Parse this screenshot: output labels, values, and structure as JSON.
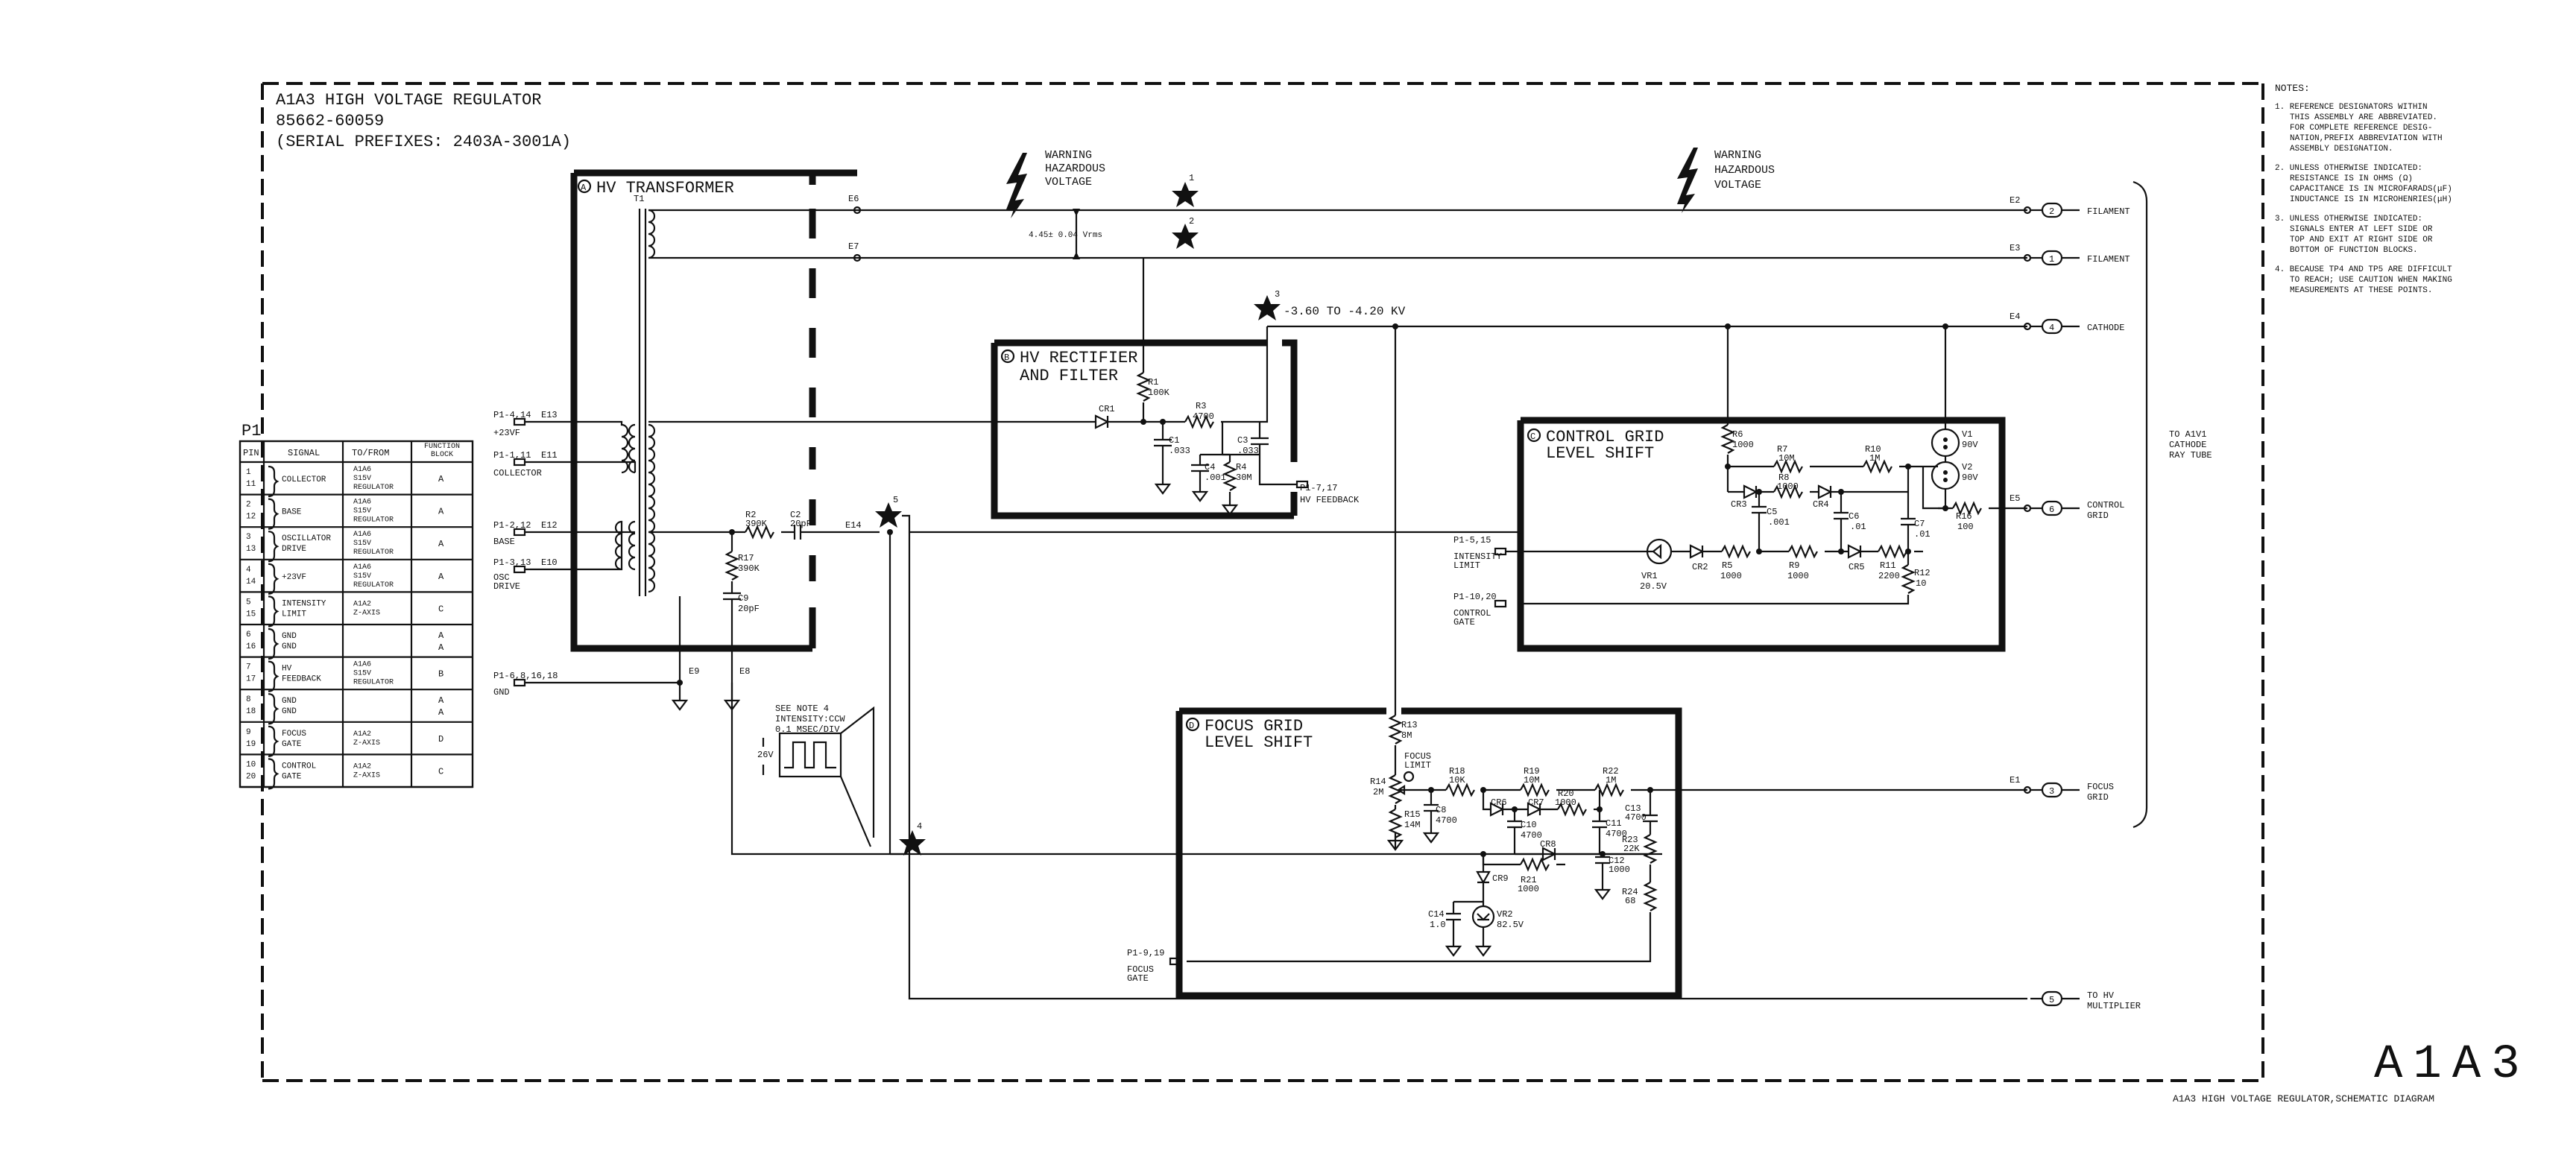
{
  "header": {
    "line1": "A1A3 HIGH VOLTAGE REGULATOR",
    "line2": "85662-60059",
    "line3": "(SERIAL PREFIXES: 2403A-3001A)"
  },
  "notes": {
    "title": "NOTES:",
    "items": [
      [
        "1. REFERENCE DESIGNATORS WITHIN",
        "THIS ASSEMBLY ARE ABBREVIATED.",
        "FOR COMPLETE REFERENCE DESIG-",
        "NATION,PREFIX ABBREVIATION WITH",
        "ASSEMBLY DESIGNATION."
      ],
      [
        "2. UNLESS OTHERWISE INDICATED:",
        "RESISTANCE IS IN OHMS (Ω)",
        "CAPACITANCE IS IN MICROFARADS(μF)",
        "INDUCTANCE IS IN MICROHENRIES(μH)"
      ],
      [
        "3. UNLESS OTHERWISE INDICATED:",
        "SIGNALS ENTER AT LEFT SIDE OR",
        "TOP AND EXIT AT RIGHT SIDE OR",
        "BOTTOM OF FUNCTION BLOCKS."
      ],
      [
        "4. BECAUSE TP4 AND TP5 ARE DIFFICULT",
        "TO REACH; USE CAUTION WHEN MAKING",
        "MEASUREMENTS AT THESE POINTS."
      ]
    ]
  },
  "big_label": "A1A3",
  "caption": "A1A3 HIGH VOLTAGE REGULATOR,SCHEMATIC DIAGRAM",
  "warning": {
    "lines": [
      "WARNING",
      "HAZARDOUS",
      "VOLTAGE"
    ]
  },
  "p1_table": {
    "title": "P1",
    "headers": [
      "PIN",
      "SIGNAL",
      "TO/FROM",
      "FUNCTION BLOCK"
    ],
    "rows": [
      {
        "pins": [
          "1",
          "11"
        ],
        "signal": [
          "COLLECTOR"
        ],
        "to": [
          "A1A6",
          "S15V",
          "REGULATOR"
        ],
        "block": [
          "A"
        ]
      },
      {
        "pins": [
          "2",
          "12"
        ],
        "signal": [
          "BASE"
        ],
        "to": [
          "A1A6",
          "S15V",
          "REGULATOR"
        ],
        "block": [
          "A"
        ]
      },
      {
        "pins": [
          "3",
          "13"
        ],
        "signal": [
          "OSCILLATOR",
          "DRIVE"
        ],
        "to": [
          "A1A6",
          "S15V",
          "REGULATOR"
        ],
        "block": [
          "A"
        ]
      },
      {
        "pins": [
          "4",
          "14"
        ],
        "signal": [
          "+23VF"
        ],
        "to": [
          "A1A6",
          "S15V",
          "REGULATOR"
        ],
        "block": [
          "A"
        ]
      },
      {
        "pins": [
          "5",
          "15"
        ],
        "signal": [
          "INTENSITY",
          "LIMIT"
        ],
        "to": [
          "A1A2",
          "Z-AXIS"
        ],
        "block": [
          "C"
        ]
      },
      {
        "pins": [
          "6",
          "16"
        ],
        "signal": [
          "GND",
          "GND"
        ],
        "to": [],
        "block": [
          "A",
          "A"
        ]
      },
      {
        "pins": [
          "7",
          "17"
        ],
        "signal": [
          "HV",
          "FEEDBACK"
        ],
        "to": [
          "A1A6",
          "S15V",
          "REGULATOR"
        ],
        "block": [
          "B"
        ]
      },
      {
        "pins": [
          "8",
          "18"
        ],
        "signal": [
          "GND",
          "GND"
        ],
        "to": [],
        "block": [
          "A",
          "A"
        ]
      },
      {
        "pins": [
          "9",
          "19"
        ],
        "signal": [
          "FOCUS",
          "GATE"
        ],
        "to": [
          "A1A2",
          "Z-AXIS"
        ],
        "block": [
          "D"
        ]
      },
      {
        "pins": [
          "10",
          "20"
        ],
        "signal": [
          "CONTROL",
          "GATE"
        ],
        "to": [
          "A1A2",
          "Z-AXIS"
        ],
        "block": [
          "C"
        ]
      }
    ]
  },
  "blocks": {
    "a": {
      "letter": "A",
      "title": "HV TRANSFORMER"
    },
    "b": {
      "letter": "B",
      "title1": "HV RECTIFIER",
      "title2": "AND FILTER"
    },
    "c": {
      "letter": "C",
      "title1": "CONTROL GRID",
      "title2": "LEVEL SHIFT"
    },
    "d": {
      "letter": "D",
      "title1": "FOCUS GRID",
      "title2": "LEVEL SHIFT"
    }
  },
  "voltages": {
    "filament_v": "4.45± 0.04 Vrms",
    "hv": "-3.60 TO -4.20 KV"
  },
  "stars": [
    "1",
    "2",
    "3",
    "4",
    "5"
  ],
  "outputs": [
    {
      "node": "E2",
      "pin": "2",
      "label": [
        "FILAMENT"
      ]
    },
    {
      "node": "E3",
      "pin": "1",
      "label": [
        "FILAMENT"
      ]
    },
    {
      "node": "E4",
      "pin": "4",
      "label": [
        "CATHODE"
      ]
    },
    {
      "node": "E5",
      "pin": "6",
      "label": [
        "CONTROL",
        "GRID"
      ]
    },
    {
      "node": "E1",
      "pin": "3",
      "label": [
        "FOCUS",
        "GRID"
      ]
    },
    {
      "node": "",
      "pin": "5",
      "label": [
        "TO HV",
        "MULTIPLIER"
      ]
    }
  ],
  "to_crt": [
    "TO A1V1",
    "CATHODE",
    "RAY TUBE"
  ],
  "inputs": {
    "p1_4": {
      "ref": "P1-4,14",
      "node": "E13",
      "sig": "+23VF"
    },
    "p1_1": {
      "ref": "P1-1,11",
      "node": "E11",
      "sig": "COLLECTOR"
    },
    "p1_2": {
      "ref": "P1-2,12",
      "node": "E12",
      "sig": "BASE"
    },
    "p1_3": {
      "ref": "P1-3,13",
      "node": "E10",
      "sig": "OSC",
      "sig2": "DRIVE"
    },
    "p1_6": {
      "ref": "P1-6,8,16,18",
      "sig": "GND"
    },
    "p1_7": {
      "ref": "P1-7,17",
      "sig": "HV FEEDBACK"
    },
    "p1_5": {
      "ref": "P1-5,15",
      "sig": "INTENSITY",
      "sig2": "LIMIT"
    },
    "p1_10": {
      "ref": "P1-10,20",
      "sig": "CONTROL",
      "sig2": "GATE"
    },
    "p1_9": {
      "ref": "P1-9,19",
      "sig": "FOCUS",
      "sig2": "GATE"
    }
  },
  "nodes": {
    "e6": "E6",
    "e7": "E7",
    "e14": "E14",
    "e9": "E9",
    "e8": "E8",
    "t1": "T1"
  },
  "scope": {
    "l1": "SEE NOTE 4",
    "l2": "INTENSITY:CCW",
    "l3": "0.1 MSEC/DIV",
    "v": "26V"
  },
  "parts": {
    "r1": [
      "R1",
      "100K"
    ],
    "cr1": [
      "CR1"
    ],
    "r3": [
      "R3",
      "4700"
    ],
    "c1": [
      "C1",
      ".033"
    ],
    "c3": [
      "C3",
      ".033"
    ],
    "c4": [
      "C4",
      ".001"
    ],
    "r4": [
      "R4",
      "30M"
    ],
    "r2": [
      "R2",
      "390K"
    ],
    "c2": [
      "C2",
      "20pF"
    ],
    "r17": [
      "R17",
      "390K"
    ],
    "c9": [
      "C9",
      "20pF"
    ],
    "r6": [
      "R6",
      "1000"
    ],
    "r7": [
      "R7",
      "10M"
    ],
    "r8": [
      "R8",
      "1000"
    ],
    "r10": [
      "R10",
      "1M"
    ],
    "cr3": [
      "CR3"
    ],
    "cr4": [
      "CR4"
    ],
    "c5": [
      "C5",
      ".001"
    ],
    "c6": [
      "C6",
      ".01"
    ],
    "c7": [
      "C7",
      ".01"
    ],
    "r16": [
      "R16",
      "100"
    ],
    "v1": [
      "V1",
      "90V"
    ],
    "v2": [
      "V2",
      "90V"
    ],
    "vr1": [
      "VR1",
      "20.5V"
    ],
    "cr2": [
      "CR2"
    ],
    "r5": [
      "R5",
      "1000"
    ],
    "r9": [
      "R9",
      "1000"
    ],
    "cr5": [
      "CR5"
    ],
    "r11": [
      "R11",
      "2200"
    ],
    "r12": [
      "R12",
      "10"
    ],
    "r13": [
      "R13",
      "8M"
    ],
    "r14": [
      "R14",
      "2M"
    ],
    "focus_limit": [
      "FOCUS",
      "LIMIT"
    ],
    "r15": [
      "R15",
      "14M"
    ],
    "r18": [
      "R18",
      "10K"
    ],
    "c8": [
      "C8",
      "4700"
    ],
    "r19": [
      "R19",
      "10M"
    ],
    "r20": [
      "R20",
      "1000"
    ],
    "r22": [
      "R22",
      "1M"
    ],
    "cr6": [
      "CR6"
    ],
    "cr7": [
      "CR7"
    ],
    "c10": [
      "C10",
      "4700"
    ],
    "c11": [
      "C11",
      "4700"
    ],
    "c13": [
      "C13",
      "4700"
    ],
    "cr8": [
      "CR8"
    ],
    "r23": [
      "R23",
      "22K"
    ],
    "c12": [
      "C12",
      "1000"
    ],
    "r21": [
      "R21",
      "1000"
    ],
    "cr9": [
      "CR9"
    ],
    "c14": [
      "C14",
      "1.0"
    ],
    "vr2": [
      "VR2",
      "82.5V"
    ],
    "r24": [
      "R24",
      "68"
    ]
  }
}
